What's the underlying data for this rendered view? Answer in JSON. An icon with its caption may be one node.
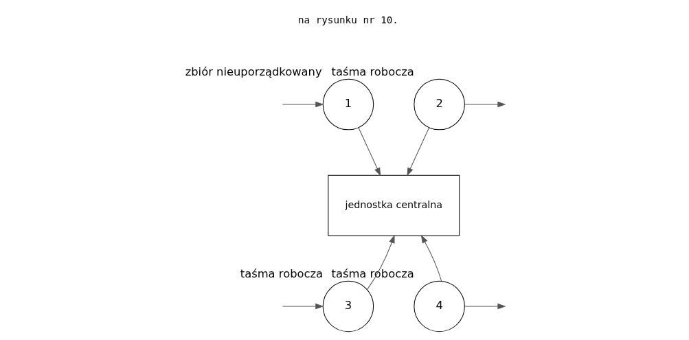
{
  "diagram": {
    "nodes": [
      {
        "text": [
          "1"
        ],
        "beside": [
          "zbiór nieuporządkowany"
        ]
      },
      {
        "text": [
          "2"
        ],
        "beside": [
          "taśma robocza"
        ]
      },
      {
        "text": [
          "jednostka centralna"
        ]
      },
      {
        "text": [
          "3"
        ],
        "beside": [
          "taśma robocza"
        ]
      },
      {
        "text": [
          "4"
        ],
        "beside": [
          "taśma robocza"
        ]
      }
    ],
    "edges": [
      {
        "from": null,
        "to": 0,
        "arrow": "to"
      },
      {
        "from": 0,
        "to": 2,
        "arrow": "to"
      },
      {
        "from": 1,
        "to": 2,
        "arrow": "to"
      },
      {
        "from": 1,
        "to": null,
        "arrow": "to"
      },
      {
        "from": null,
        "to": 3,
        "arrow": "to"
      },
      {
        "from": 3,
        "to": 2,
        "arrow": "to"
      },
      {
        "from": 4,
        "to": 2,
        "arrow": "to"
      },
      {
        "from": 4,
        "to": null,
        "arrow": "to"
      }
    ],
    "labels": [
      "na rysunku nr 10."
    ]
  }
}
